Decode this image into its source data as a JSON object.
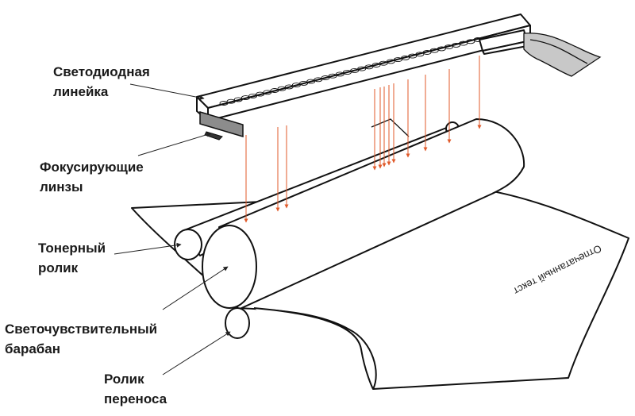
{
  "labels": {
    "led_bar_l1": "Светодиодная",
    "led_bar_l2": "линейка",
    "lens_l1": "Фокусирующие",
    "lens_l2": "линзы",
    "toner_l1": "Тонерный",
    "toner_l2": "ролик",
    "drum_l1": "Светочувствительный",
    "drum_l2": "барабан",
    "transfer_l1": "Ролик",
    "transfer_l2": "переноса"
  },
  "paper_text": "Отпечатанный текст",
  "colors": {
    "outline": "#111111",
    "light_rays": "#e05a2a",
    "lens_fill": "#8c8c8c",
    "cable_fill": "#c8c8c8"
  }
}
